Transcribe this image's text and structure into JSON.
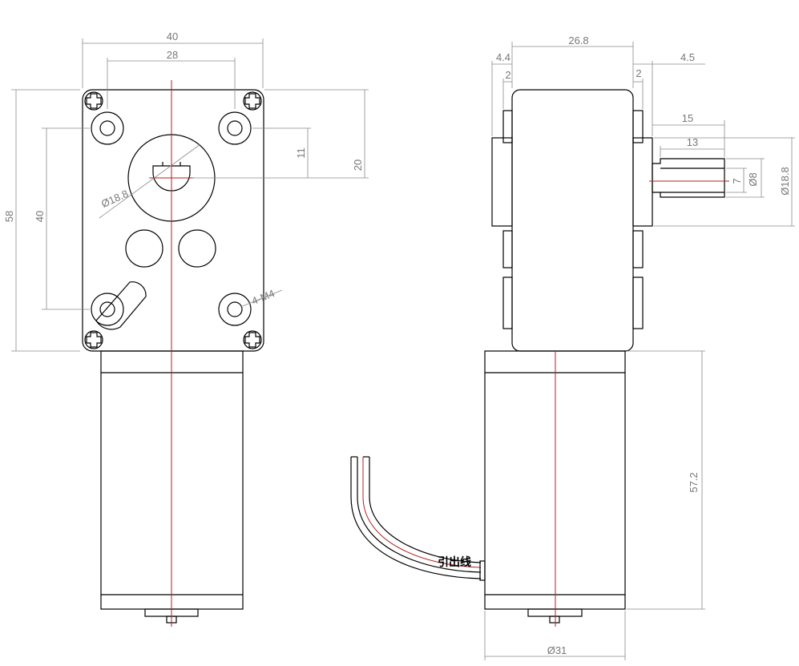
{
  "front_view": {
    "width": "40",
    "hole_spacing_x": "28",
    "height": "58",
    "hole_spacing_y": "40",
    "shaft_offset": "11",
    "shaft_to_edge": "20",
    "boss_diameter": "Ø18.8",
    "thread_callout": "4-M4"
  },
  "side_view": {
    "depth": "26.8",
    "left_offset": "4.4",
    "left_flange": "2",
    "right_flange": "2",
    "right_offset": "4.5",
    "shaft_length": "15",
    "flat_length": "13",
    "flat_size": "7",
    "shaft_diameter": "Ø8",
    "boss_diameter": "Ø18.8",
    "motor_length": "57.2",
    "motor_diameter": "Ø31",
    "lead_wire_label": "引出线"
  },
  "colors": {
    "outline": "#000000",
    "dimension": "#8a8a8a",
    "centerline": "#b22222",
    "lead_wire": "#b22222"
  }
}
